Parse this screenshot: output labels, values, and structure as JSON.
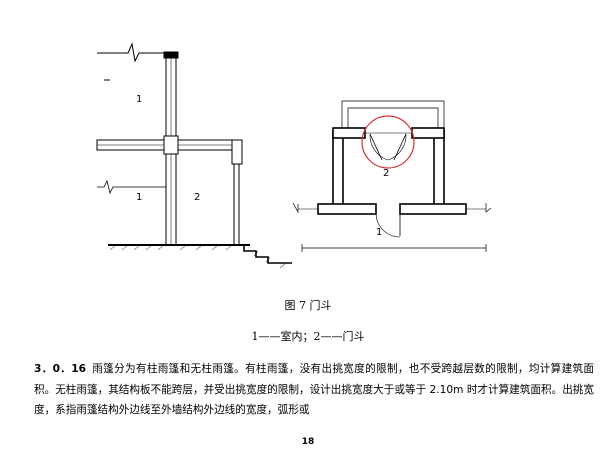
{
  "figure": {
    "left_section_labels": [
      "1",
      "1",
      "2"
    ],
    "plan_labels": [
      "2",
      "1"
    ]
  },
  "caption": {
    "title": "图 7  门斗",
    "legend": "1——室内；2——门斗"
  },
  "body": {
    "clause_number": "3．0．16",
    "text": "雨篷分为有柱雨篷和无柱雨篷。有柱雨篷，没有出挑宽度的限制，也不受跨越层数的限制，均计算建筑面积。无柱雨篷，其结构板不能跨层，并受出挑宽度的限制，设计出挑宽度大于或等于 2.10m 时才计算建筑面积。出挑宽度，系指雨篷结构外边线至外墙结构外边线的宽度，弧形或"
  },
  "page_number": "18"
}
